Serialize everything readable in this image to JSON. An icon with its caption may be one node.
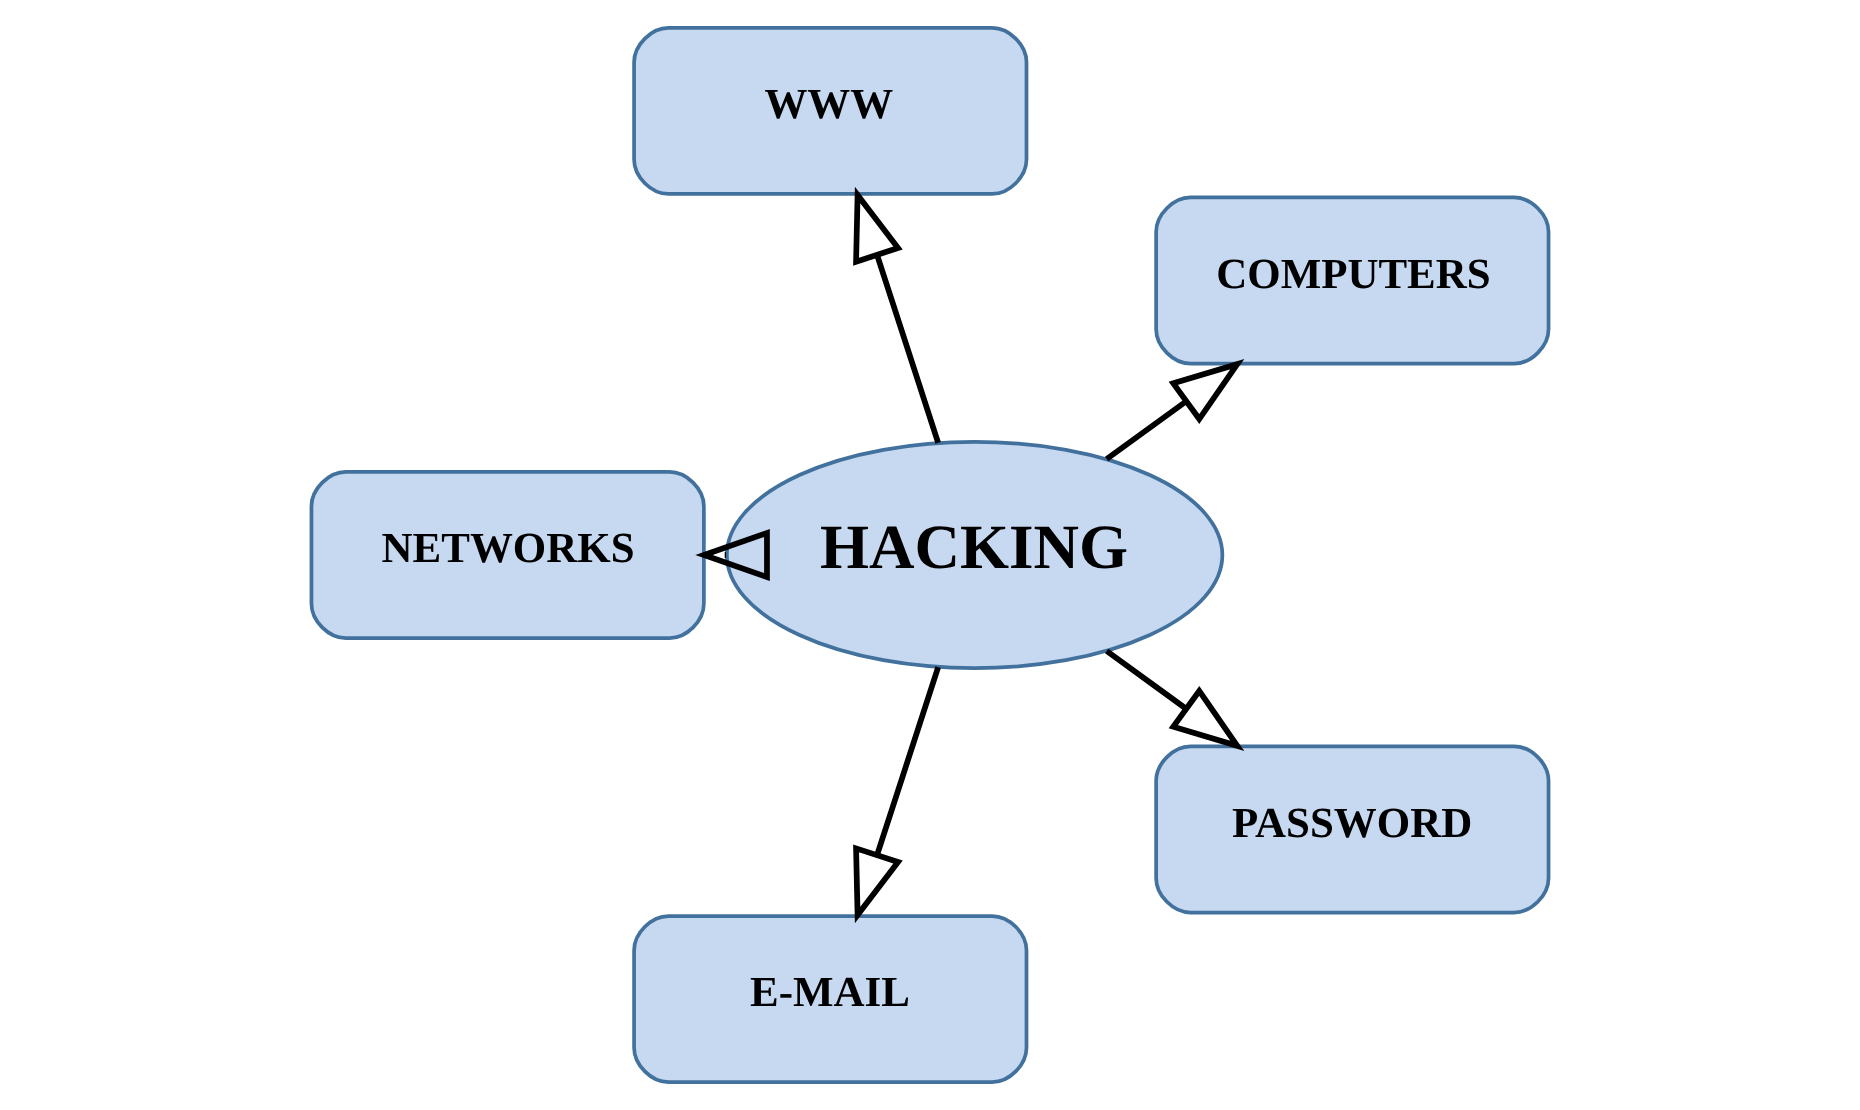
{
  "diagram": {
    "nodes": [
      {
        "text": [
          "COMPUTERS"
        ]
      },
      {
        "text": [
          "WWW"
        ]
      },
      {
        "text": [
          "NETWORKS"
        ]
      },
      {
        "text": [
          "HACKING"
        ]
      },
      {
        "text": [
          "E-MAIL"
        ]
      },
      {
        "text": [
          "PASSWORD"
        ]
      }
    ],
    "edges": [
      {
        "from": 3,
        "to": 0,
        "arrow": "to"
      },
      {
        "from": 3,
        "to": 1,
        "arrow": "to"
      },
      {
        "from": 3,
        "to": 2,
        "arrow": "to"
      },
      {
        "from": 3,
        "to": 4,
        "arrow": "to"
      },
      {
        "from": 3,
        "to": 5,
        "arrow": "to"
      }
    ]
  }
}
